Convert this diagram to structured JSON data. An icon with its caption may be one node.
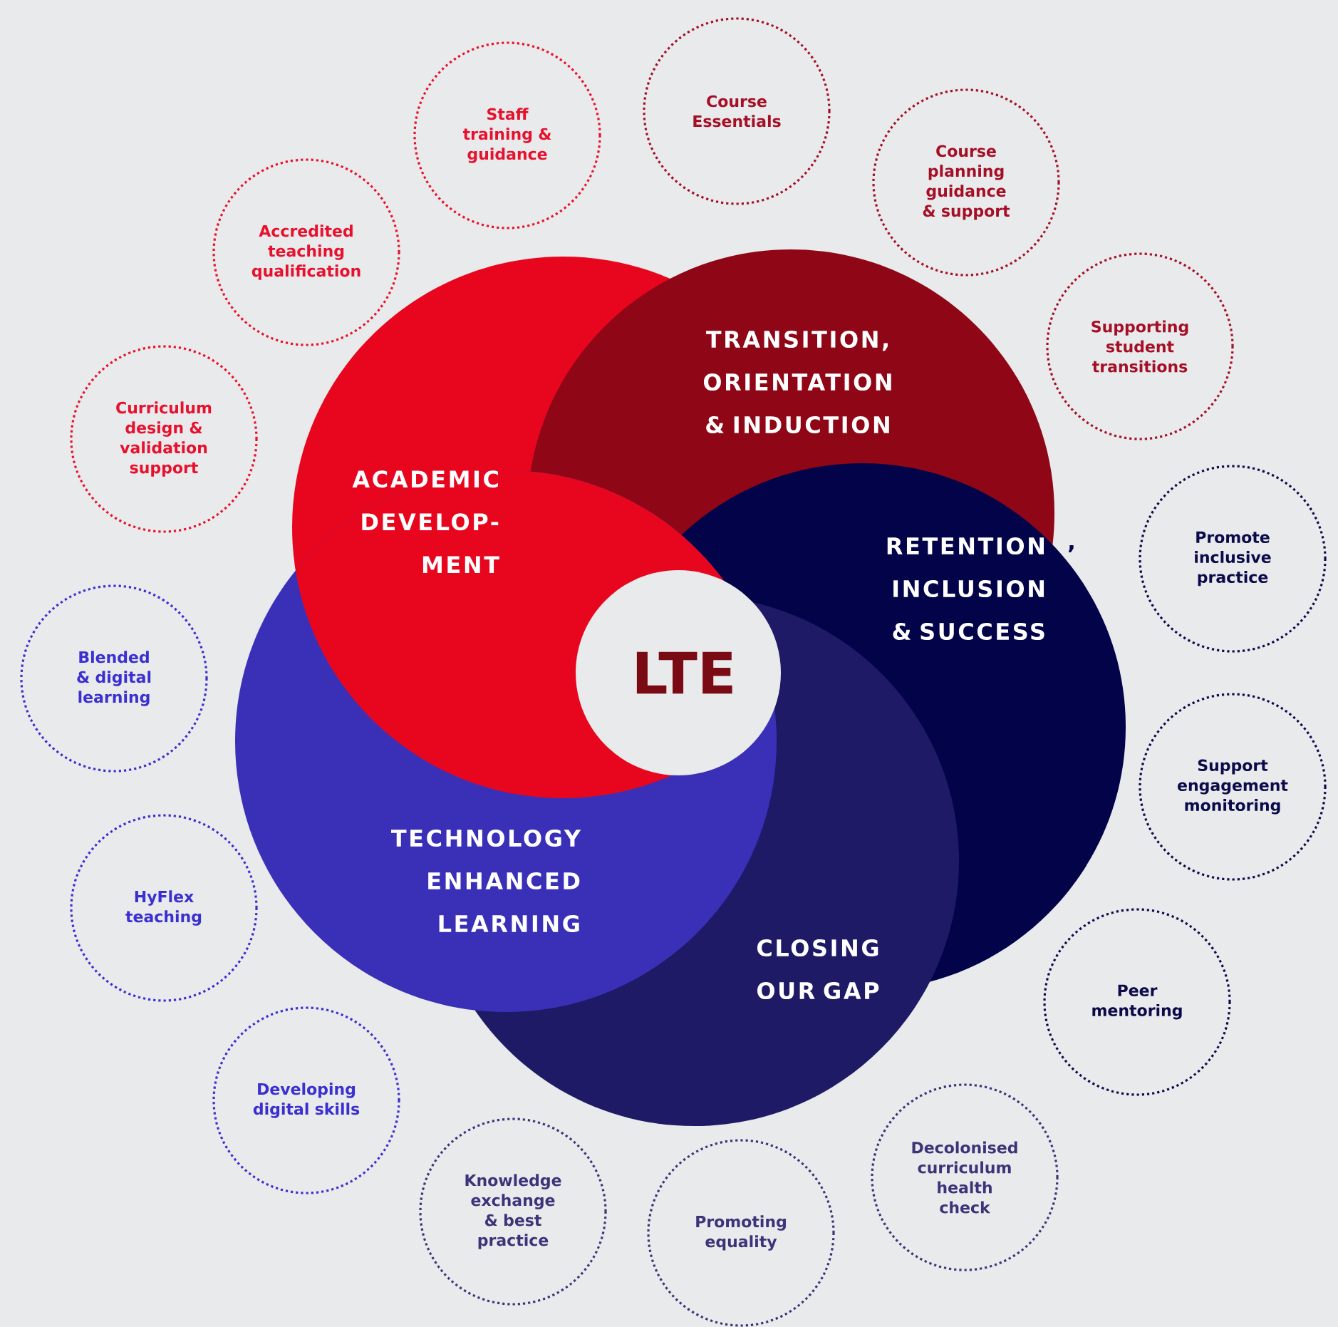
{
  "diagram": {
    "nodes": [
      {
        "text": [
          "ACADEMIC DEVELOP- MENT"
        ]
      },
      {
        "text": [
          "TRANSITION, ORIENTATION & INDUCTION"
        ]
      },
      {
        "text": [
          "RETENTION INCLUSION & SUCCESS"
        ]
      },
      {
        "text": [
          "TECHNOLOGY ENHANCED LEARNING"
        ]
      },
      {
        "text": [
          "CLOSING OUR GAP"
        ]
      },
      {
        "text": [
          "Staff training & guidance"
        ]
      },
      {
        "text": [
          "Course Essentials"
        ]
      },
      {
        "text": [
          "Course planning guidance & support"
        ]
      },
      {
        "text": [
          "Accredited teaching qualification"
        ]
      },
      {
        "text": [
          "Supporting student transitions"
        ]
      },
      {
        "text": [
          "Curriculum design & validation support"
        ]
      },
      {
        "text": [
          "Promote inclusive practice"
        ]
      },
      {
        "text": [
          "Blended & digital learning"
        ]
      },
      {
        "text": [
          "Support engagement monitoring"
        ]
      },
      {
        "text": [
          "HyFlex teaching"
        ]
      },
      {
        "text": [
          "Peer mentoring"
        ]
      },
      {
        "text": [
          "Developing digital skills"
        ]
      },
      {
        "text": [
          "Decolonised curriculum health check"
        ]
      },
      {
        "text": [
          "Knowledge exchange & best practice"
        ]
      },
      {
        "text": [
          "Promoting equality"
        ]
      }
    ],
    "labels": [
      "LTE",
      ","
    ]
  }
}
